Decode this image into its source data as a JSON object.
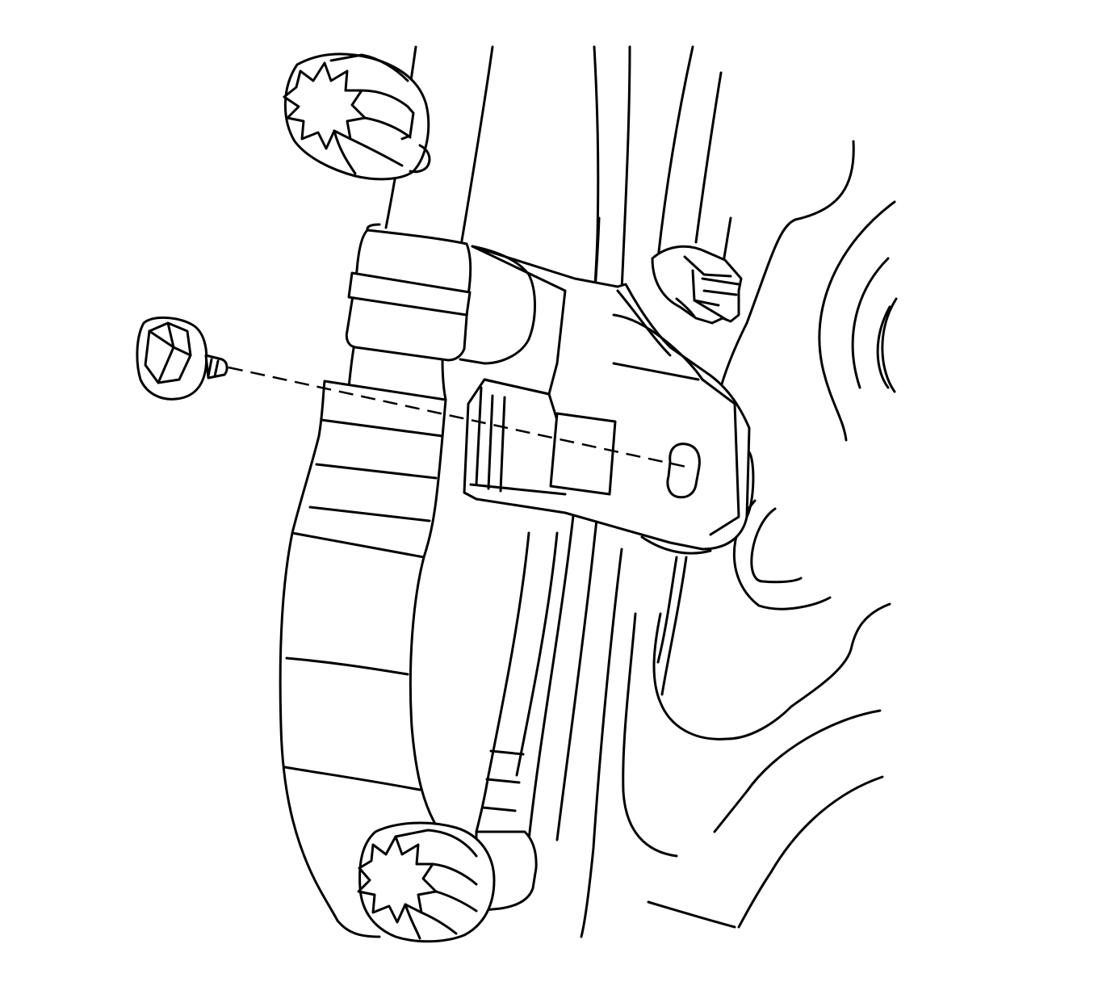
{
  "diagram": {
    "background": "#ffffff",
    "line_color": "#000000",
    "style": "line-art",
    "components": [
      {
        "name": "hex-flange-bolt"
      },
      {
        "name": "mounting-bracket"
      },
      {
        "name": "hose"
      },
      {
        "name": "brake-line"
      },
      {
        "name": "push-pin-retainer-top"
      },
      {
        "name": "push-pin-retainer-middle"
      },
      {
        "name": "push-pin-retainer-bottom"
      },
      {
        "name": "vehicle-body-panel"
      }
    ]
  }
}
